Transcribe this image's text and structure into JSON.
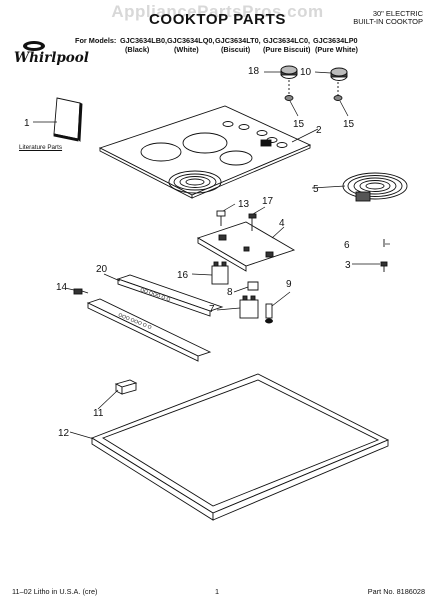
{
  "header": {
    "watermark": "AppliancePartsPros.com",
    "title": "COOKTOP PARTS",
    "subtitle_line1": "30\" ELECTRIC",
    "subtitle_line2": "BUILT-IN COOKTOP",
    "brand": "Whirlpool",
    "models_label": "For Models:",
    "models": [
      "GJC3634LB0,",
      "GJC3634LQ0,",
      "GJC3634LT0,",
      "GJC3634LC0,",
      "GJC3634LP0"
    ],
    "variants": [
      "(Black)",
      "(White)",
      "(Biscuit)",
      "(Pure Biscuit)",
      "(Pure White)"
    ]
  },
  "literature_label": "Literature Parts",
  "callouts": [
    "1",
    "2",
    "3",
    "4",
    "5",
    "6",
    "7",
    "8",
    "9",
    "10",
    "11",
    "12",
    "13",
    "14",
    "15",
    "15",
    "16",
    "17",
    "18",
    "20"
  ],
  "footer": {
    "left": "11–02 Litho in U.S.A. (cre)",
    "center": "1",
    "right": "Part No. 8186028"
  }
}
